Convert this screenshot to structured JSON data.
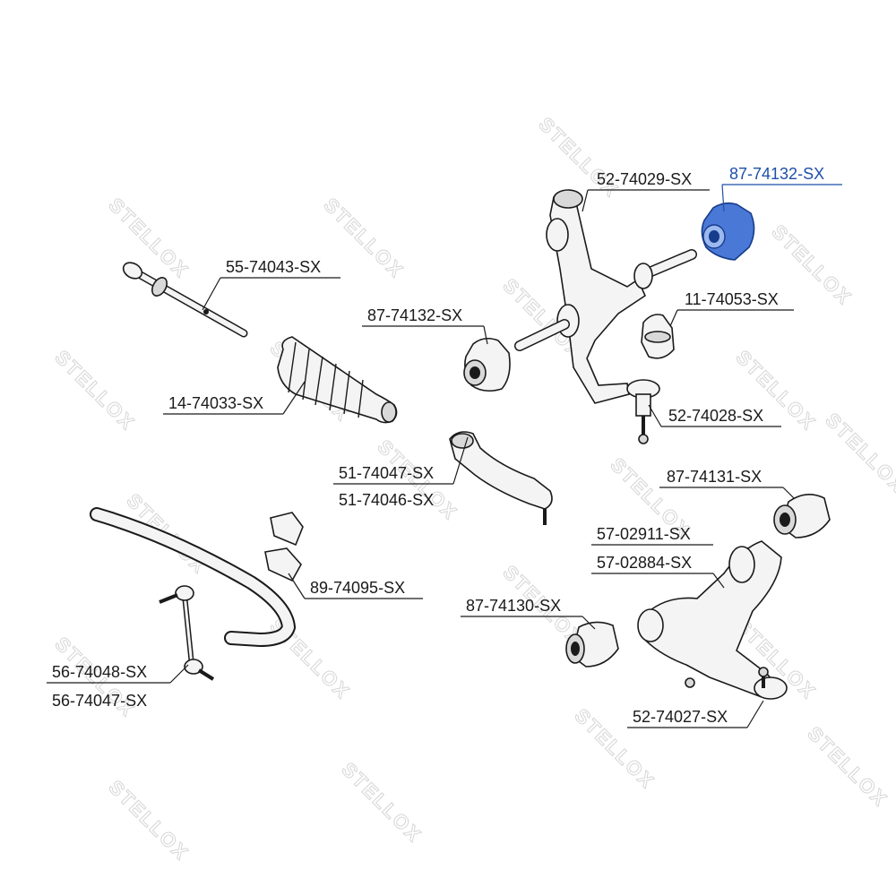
{
  "watermark": {
    "text": "STELLOX"
  },
  "parts": [
    {
      "id": "p1",
      "label": "52-74029-SX",
      "highlight": false
    },
    {
      "id": "p2",
      "label": "87-74132-SX",
      "highlight": true
    },
    {
      "id": "p3",
      "label": "55-74043-SX",
      "highlight": false
    },
    {
      "id": "p4",
      "label": "87-74132-SX",
      "highlight": false
    },
    {
      "id": "p5",
      "label": "11-74053-SX",
      "highlight": false
    },
    {
      "id": "p6",
      "label": "14-74033-SX",
      "highlight": false
    },
    {
      "id": "p7",
      "label": "52-74028-SX",
      "highlight": false
    },
    {
      "id": "p8",
      "label": "51-74047-SX",
      "highlight": false
    },
    {
      "id": "p9",
      "label": "51-74046-SX",
      "highlight": false
    },
    {
      "id": "p10",
      "label": "87-74131-SX",
      "highlight": false
    },
    {
      "id": "p11",
      "label": "57-02911-SX",
      "highlight": false
    },
    {
      "id": "p12",
      "label": "57-02884-SX",
      "highlight": false
    },
    {
      "id": "p13",
      "label": "89-74095-SX",
      "highlight": false
    },
    {
      "id": "p14",
      "label": "87-74130-SX",
      "highlight": false
    },
    {
      "id": "p15",
      "label": "56-74048-SX",
      "highlight": false
    },
    {
      "id": "p16",
      "label": "56-74047-SX",
      "highlight": false
    },
    {
      "id": "p17",
      "label": "52-74027-SX",
      "highlight": false
    }
  ]
}
